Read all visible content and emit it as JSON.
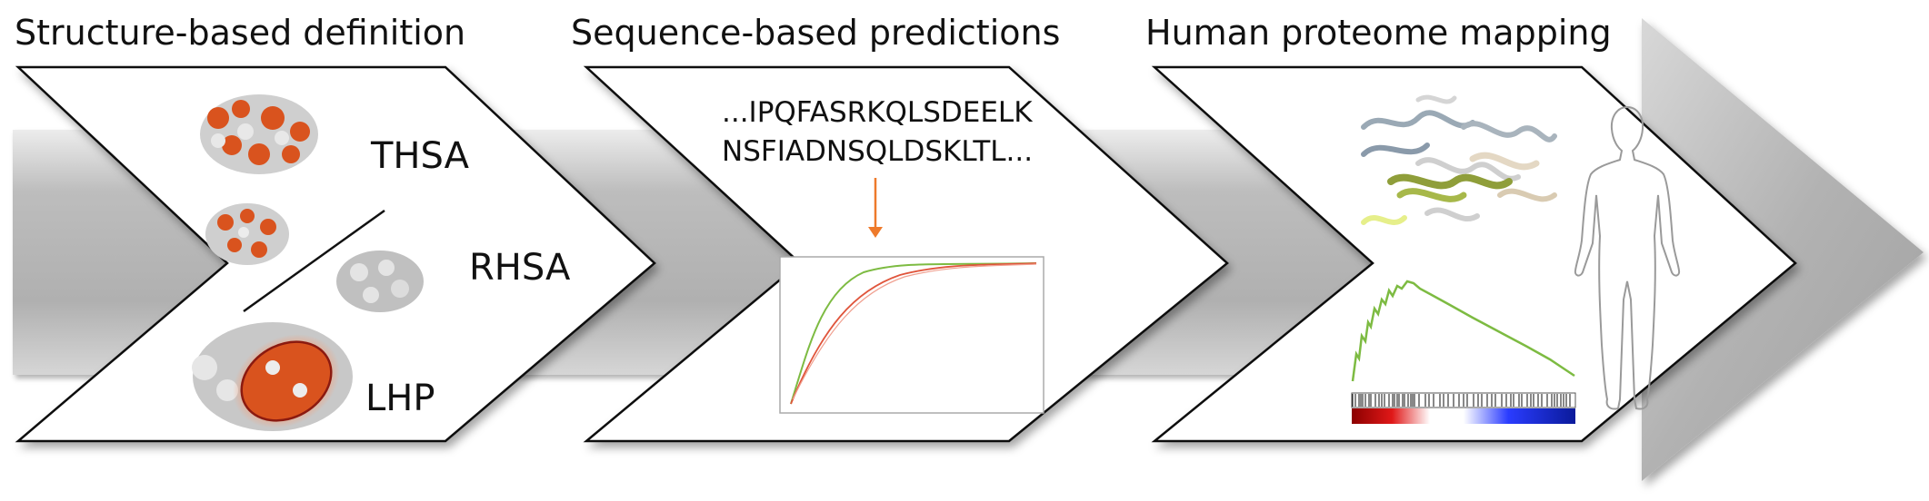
{
  "panels": [
    {
      "title": "Structure-based definition"
    },
    {
      "title": "Sequence-based predictions"
    },
    {
      "title": "Human proteome mapping"
    }
  ],
  "structure": {
    "labels": [
      "THSA",
      "RHSA",
      "LHP"
    ]
  },
  "sequence": {
    "line1": "...IPQFASRKQLSDEELK",
    "line2": "NSFIADNSQLDSKLTL..."
  },
  "colors": {
    "surface_orange": "#d9531e",
    "surface_grey": "#c8c8c8",
    "band_grey": "#b4b4b4",
    "arrow_orange": "#ee7a2b",
    "curve_green": "#7dbb42",
    "curve_red": "#e0553c",
    "heat_low": "#8b0000",
    "heat_high": "#0a1a9a"
  }
}
